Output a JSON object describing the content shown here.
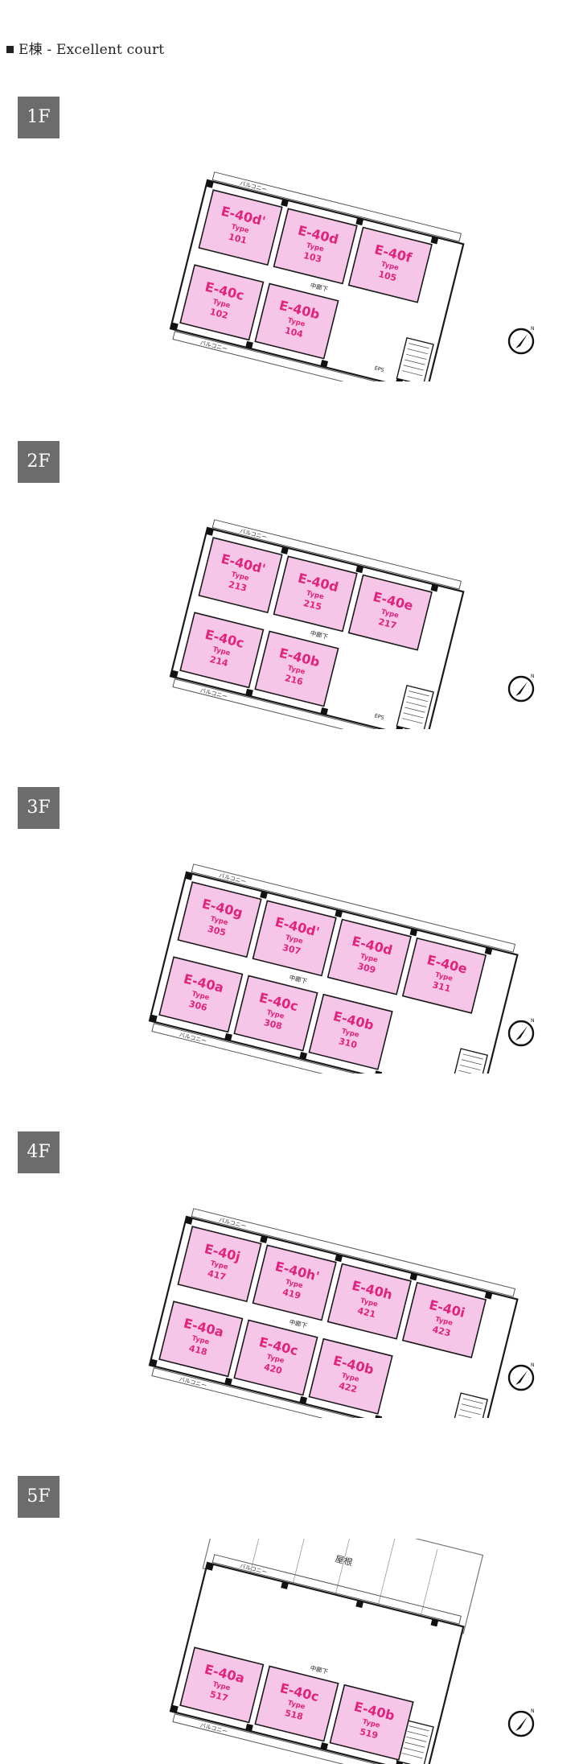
{
  "title": "E棟 - Excellent court",
  "common": {
    "type_label": "Type",
    "balcony_label": "バルコニー",
    "corridor_label": "中廊下",
    "eps_label": "EPS",
    "north_icon": "north-arrow-icon",
    "north_letter": "N"
  },
  "colors": {
    "unit_fill": "#f6c6e8",
    "unit_text": "#e2237d",
    "badge": "#6c6c6c",
    "wall": "#1a1a1a"
  },
  "floors": [
    {
      "label": "1F",
      "units": [
        {
          "name": "E-40d'",
          "no": "101",
          "row": 0,
          "col": 0
        },
        {
          "name": "E-40d",
          "no": "103",
          "row": 0,
          "col": 1
        },
        {
          "name": "E-40f",
          "no": "105",
          "row": 0,
          "col": 2
        },
        {
          "name": "E-40c",
          "no": "102",
          "row": 1,
          "col": 0
        },
        {
          "name": "E-40b",
          "no": "104",
          "row": 1,
          "col": 1
        }
      ]
    },
    {
      "label": "2F",
      "units": [
        {
          "name": "E-40d'",
          "no": "213",
          "row": 0,
          "col": 0
        },
        {
          "name": "E-40d",
          "no": "215",
          "row": 0,
          "col": 1
        },
        {
          "name": "E-40e",
          "no": "217",
          "row": 0,
          "col": 2
        },
        {
          "name": "E-40c",
          "no": "214",
          "row": 1,
          "col": 0
        },
        {
          "name": "E-40b",
          "no": "216",
          "row": 1,
          "col": 1
        }
      ]
    },
    {
      "label": "3F",
      "units": [
        {
          "name": "E-40g",
          "no": "305",
          "row": 0,
          "col": 0
        },
        {
          "name": "E-40d'",
          "no": "307",
          "row": 0,
          "col": 1
        },
        {
          "name": "E-40d",
          "no": "309",
          "row": 0,
          "col": 2
        },
        {
          "name": "E-40e",
          "no": "311",
          "row": 0,
          "col": 3
        },
        {
          "name": "E-40a",
          "no": "306",
          "row": 1,
          "col": 0
        },
        {
          "name": "E-40c",
          "no": "308",
          "row": 1,
          "col": 1
        },
        {
          "name": "E-40b",
          "no": "310",
          "row": 1,
          "col": 2
        }
      ]
    },
    {
      "label": "4F",
      "units": [
        {
          "name": "E-40j",
          "no": "417",
          "row": 0,
          "col": 0
        },
        {
          "name": "E-40h'",
          "no": "419",
          "row": 0,
          "col": 1
        },
        {
          "name": "E-40h",
          "no": "421",
          "row": 0,
          "col": 2
        },
        {
          "name": "E-40i",
          "no": "423",
          "row": 0,
          "col": 3
        },
        {
          "name": "E-40a",
          "no": "418",
          "row": 1,
          "col": 0
        },
        {
          "name": "E-40c",
          "no": "420",
          "row": 1,
          "col": 1
        },
        {
          "name": "E-40b",
          "no": "422",
          "row": 1,
          "col": 2
        }
      ]
    },
    {
      "label": "5F",
      "roof_label": "屋根",
      "units": [
        {
          "name": "E-40a",
          "no": "517",
          "row": 1,
          "col": 0
        },
        {
          "name": "E-40c",
          "no": "518",
          "row": 1,
          "col": 1
        },
        {
          "name": "E-40b",
          "no": "519",
          "row": 1,
          "col": 2
        }
      ]
    }
  ]
}
